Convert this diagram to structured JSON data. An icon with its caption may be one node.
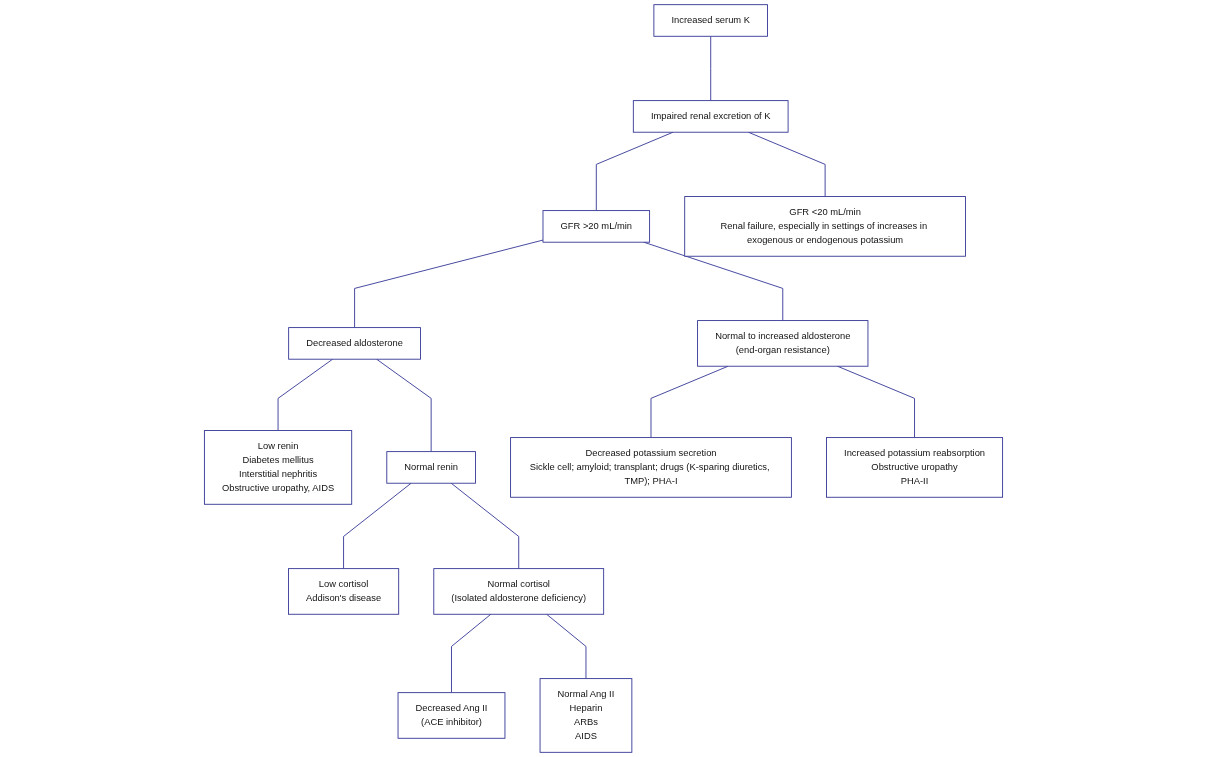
{
  "diagram": {
    "nodes": [
      {
        "text": [
          "Increased serum K"
        ]
      },
      {
        "text": [
          "Impaired renal excretion of K"
        ]
      },
      {
        "text": [
          "GFR >20 mL/min"
        ]
      },
      {
        "text": [
          "GFR <20 mL/min",
          "Renal failure, especially in settings of increases in exogenous or endogenous potassium"
        ]
      },
      {
        "text": [
          "Decreased aldosterone"
        ]
      },
      {
        "text": [
          "Normal to increased aldosterone",
          "(end-organ resistance)"
        ]
      },
      {
        "text": [
          "Low renin",
          "Diabetes mellitus",
          "Interstitial nephritis",
          "Obstructive uropathy, AIDS"
        ]
      },
      {
        "text": [
          "Normal renin"
        ]
      },
      {
        "text": [
          "Decreased potassium secretion",
          "Sickle cell; amyloid; transplant; drugs (K-sparing diuretics, TMP); PHA-I"
        ]
      },
      {
        "text": [
          "Increased potassium reabsorption",
          "Obstructive uropathy",
          "PHA-II"
        ]
      },
      {
        "text": [
          "Low cortisol",
          "Addison's disease"
        ]
      },
      {
        "text": [
          "Normal cortisol",
          "(Isolated aldosterone deficiency)"
        ]
      },
      {
        "text": [
          "Decreased Ang II",
          "(ACE inhibitor)"
        ]
      },
      {
        "text": [
          "Normal Ang II",
          "Heparin",
          "ARBs",
          "AIDS"
        ]
      }
    ],
    "edges": [
      {
        "from": 0,
        "to": 1,
        "arrow": "none"
      },
      {
        "from": 1,
        "to": 2,
        "arrow": "none"
      },
      {
        "from": 1,
        "to": 3,
        "arrow": "none"
      },
      {
        "from": 2,
        "to": 4,
        "arrow": "none"
      },
      {
        "from": 2,
        "to": 5,
        "arrow": "none"
      },
      {
        "from": 4,
        "to": 6,
        "arrow": "none"
      },
      {
        "from": 4,
        "to": 7,
        "arrow": "none"
      },
      {
        "from": 5,
        "to": 8,
        "arrow": "none"
      },
      {
        "from": 5,
        "to": 9,
        "arrow": "none"
      },
      {
        "from": 7,
        "to": 10,
        "arrow": "none"
      },
      {
        "from": 7,
        "to": 11,
        "arrow": "none"
      },
      {
        "from": 11,
        "to": 12,
        "arrow": "none"
      },
      {
        "from": 11,
        "to": 13,
        "arrow": "none"
      }
    ]
  }
}
